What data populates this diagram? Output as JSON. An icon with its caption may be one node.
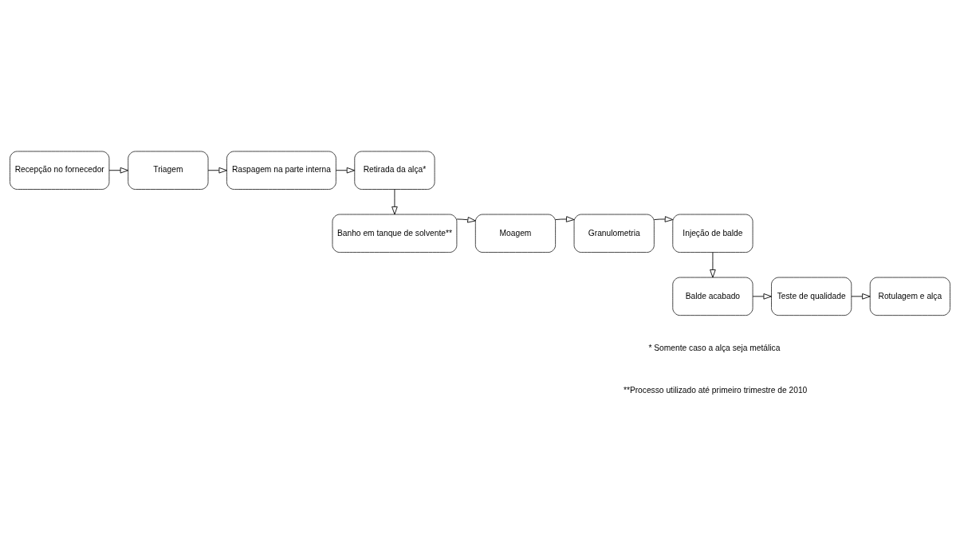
{
  "diagram": {
    "nodes": [
      {
        "text": [
          "Recepção no fornecedor"
        ]
      },
      {
        "text": [
          "Triagem"
        ]
      },
      {
        "text": [
          "Raspagem na parte interna"
        ]
      },
      {
        "text": [
          "Retirada da alça*"
        ]
      },
      {
        "text": [
          "Banho em tanque de solvente**"
        ]
      },
      {
        "text": [
          "Moagem"
        ]
      },
      {
        "text": [
          "Granulometria"
        ]
      },
      {
        "text": [
          "Injeção de balde"
        ]
      },
      {
        "text": [
          "Balde acabado"
        ]
      },
      {
        "text": [
          "Teste de qualidade"
        ]
      },
      {
        "text": [
          "Rotulagem e alça"
        ]
      }
    ],
    "edges": [
      {
        "from": 0,
        "to": 1,
        "arrow": "to"
      },
      {
        "from": 1,
        "to": 2,
        "arrow": "to"
      },
      {
        "from": 2,
        "to": 3,
        "arrow": "to"
      },
      {
        "from": 3,
        "to": 4,
        "arrow": "to"
      },
      {
        "from": 4,
        "to": 5,
        "arrow": "to"
      },
      {
        "from": 5,
        "to": 6,
        "arrow": "to"
      },
      {
        "from": 6,
        "to": 7,
        "arrow": "to"
      },
      {
        "from": 7,
        "to": 8,
        "arrow": "to"
      },
      {
        "from": 8,
        "to": 9,
        "arrow": "to"
      },
      {
        "from": 9,
        "to": 10,
        "arrow": "to"
      }
    ],
    "labels": [
      "* Somente caso a alça seja metálica",
      "**Processo utilizado até primeiro trimestre de 2010"
    ]
  }
}
